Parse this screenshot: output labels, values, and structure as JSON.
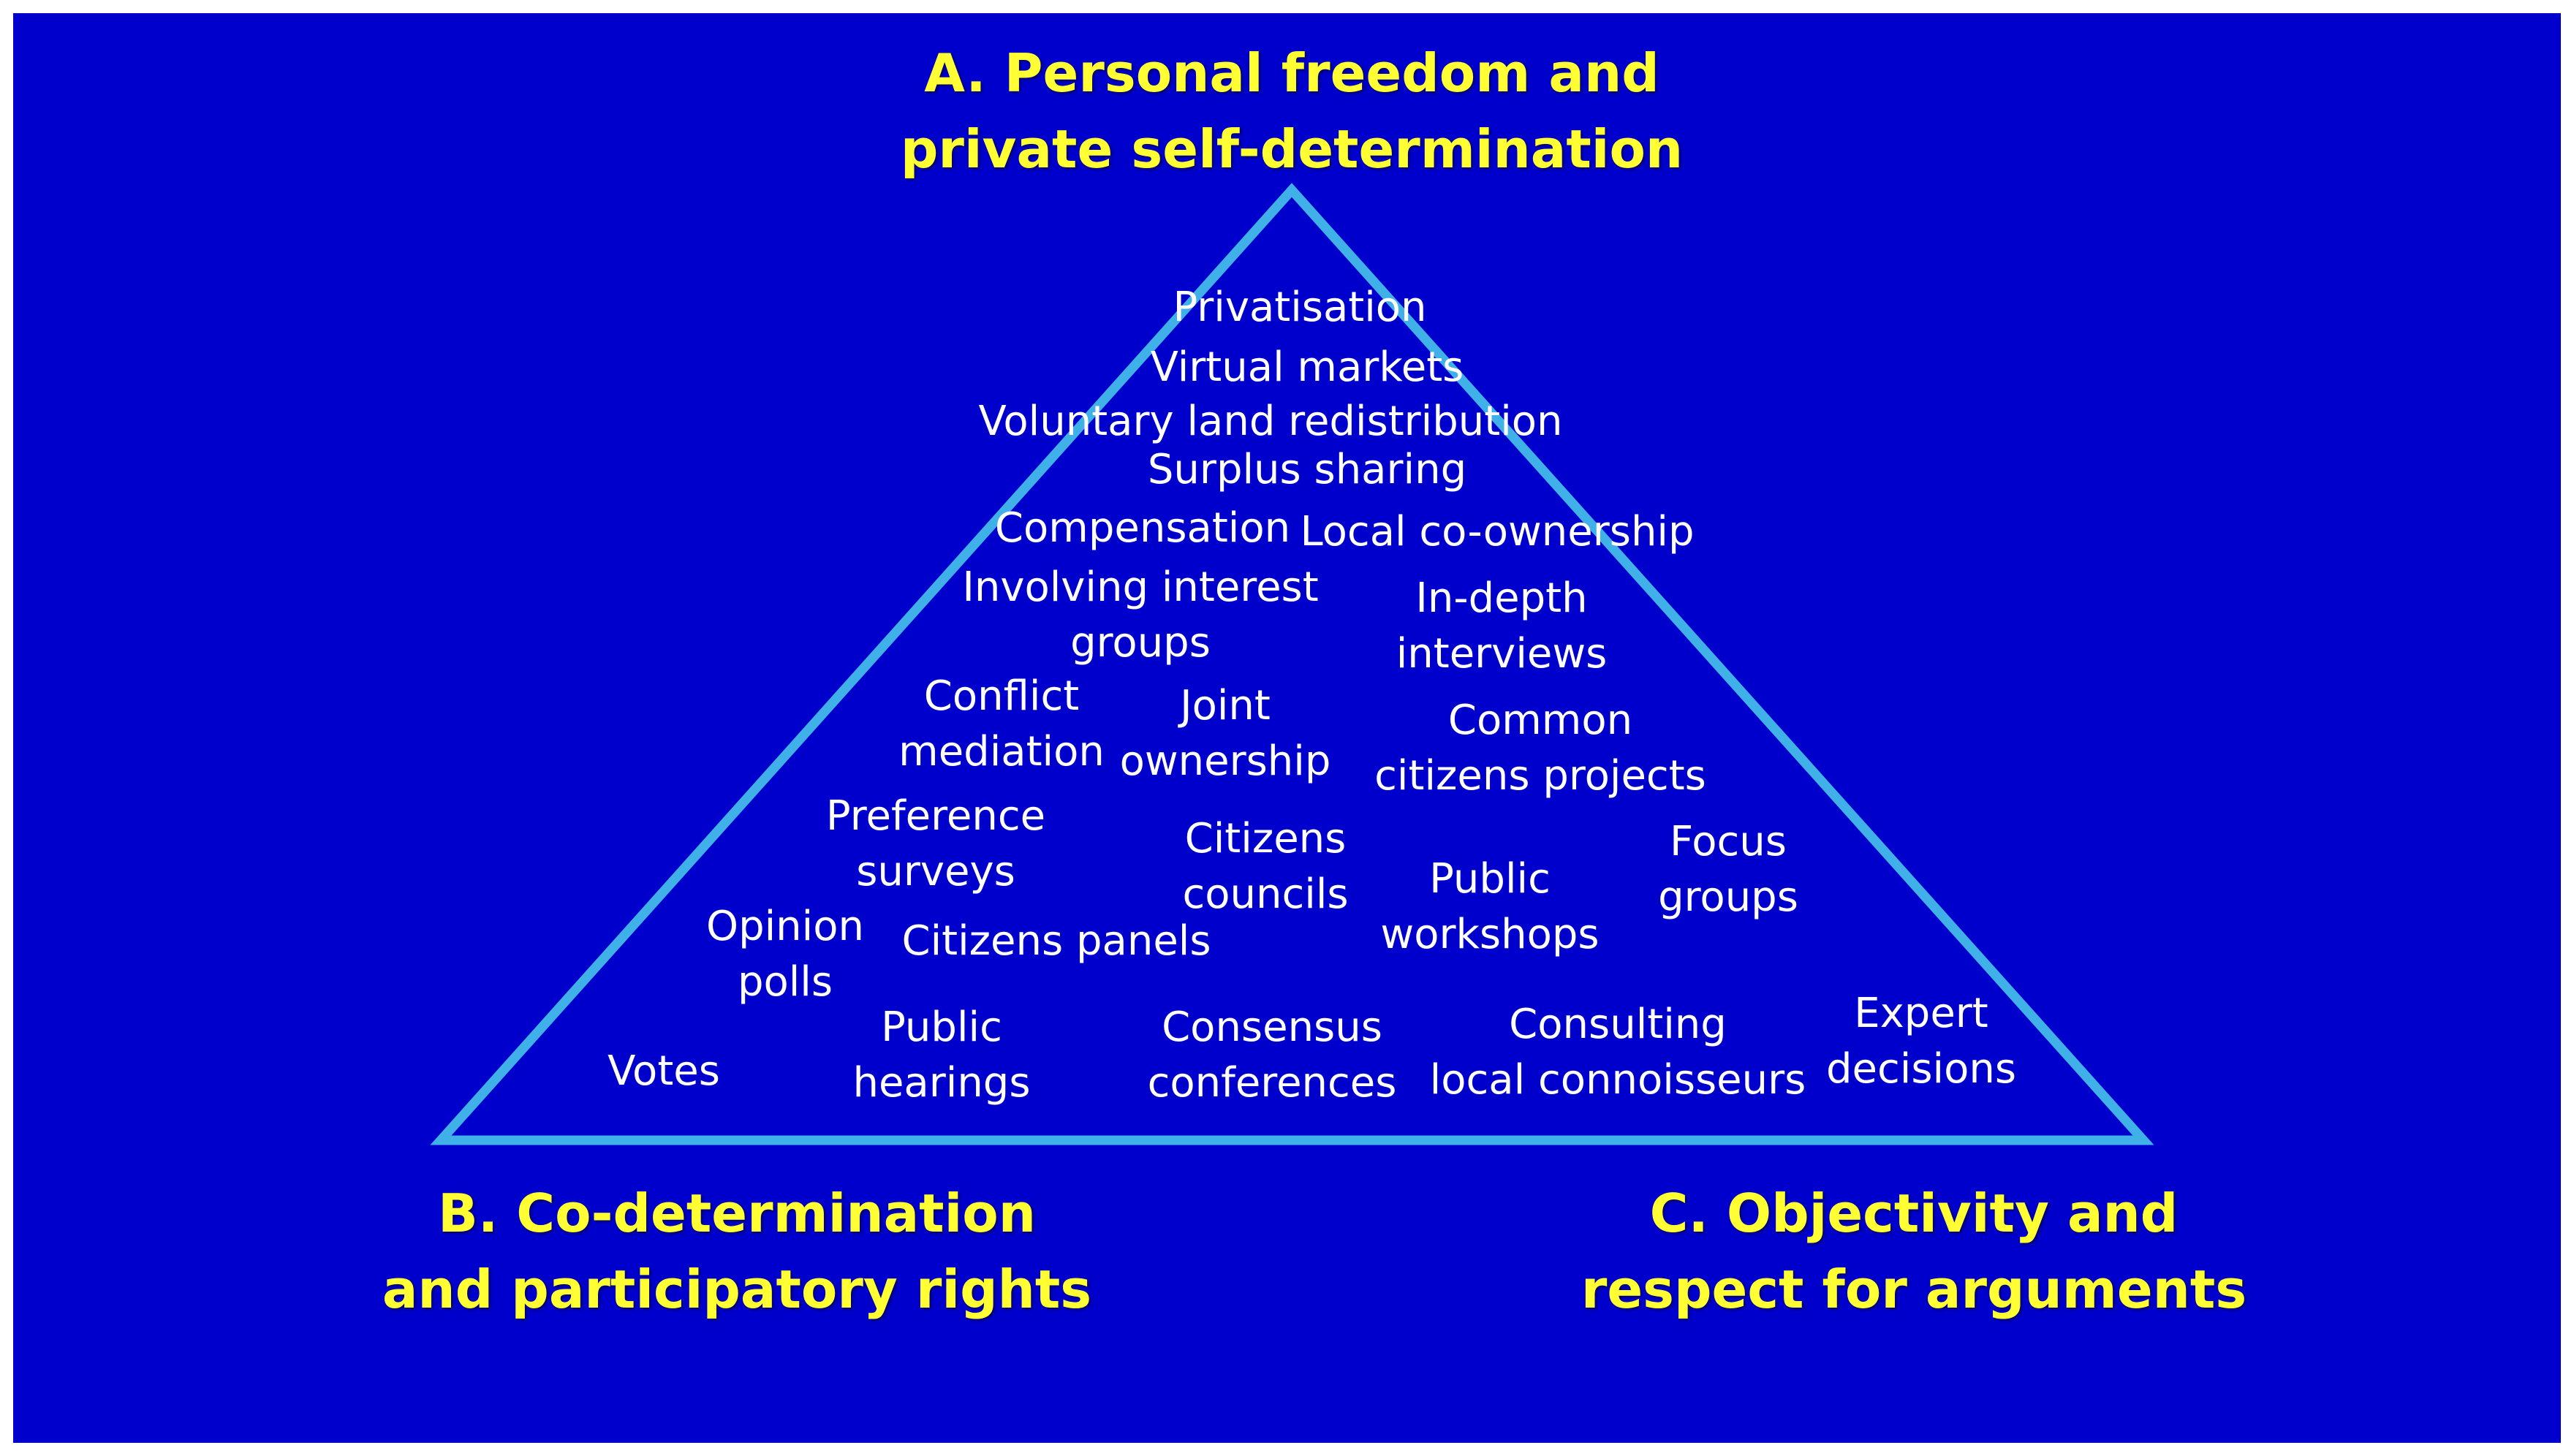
{
  "corners": {
    "a": "A. Personal freedom and\nprivate self-determination",
    "b": "B. Co-determination\nand participatory rights",
    "c": "C. Objectivity and\nrespect for arguments"
  },
  "methods": [
    {
      "id": "privatisation",
      "text": "Privatisation"
    },
    {
      "id": "virtual-markets",
      "text": "Virtual markets"
    },
    {
      "id": "voluntary-land-redistribution",
      "text": "Voluntary land redistribution"
    },
    {
      "id": "surplus-sharing",
      "text": "Surplus sharing"
    },
    {
      "id": "compensation",
      "text": "Compensation"
    },
    {
      "id": "local-co-ownership",
      "text": "Local co-ownership"
    },
    {
      "id": "involving-interest-groups",
      "text": "Involving interest\ngroups"
    },
    {
      "id": "in-depth-interviews",
      "text": "In-depth\ninterviews"
    },
    {
      "id": "conflict-mediation",
      "text": "Conflict\nmediation"
    },
    {
      "id": "joint-ownership",
      "text": "Joint\nownership"
    },
    {
      "id": "common-citizens-projects",
      "text": "Common\ncitizens projects"
    },
    {
      "id": "preference-surveys",
      "text": "Preference\nsurveys"
    },
    {
      "id": "citizens-councils",
      "text": "Citizens\ncouncils"
    },
    {
      "id": "public-workshops",
      "text": "Public\nworkshops"
    },
    {
      "id": "focus-groups",
      "text": "Focus\ngroups"
    },
    {
      "id": "opinion-polls",
      "text": "Opinion\npolls"
    },
    {
      "id": "citizens-panels",
      "text": "Citizens panels"
    },
    {
      "id": "expert-decisions",
      "text": "Expert\ndecisions"
    },
    {
      "id": "votes",
      "text": "Votes"
    },
    {
      "id": "public-hearings",
      "text": "Public\nhearings"
    },
    {
      "id": "consensus-conferences",
      "text": "Consensus\nconferences"
    },
    {
      "id": "consulting-local-connoisseurs",
      "text": "Consulting\nlocal connoisseurs"
    }
  ],
  "colors": {
    "background": "#0000cc",
    "triangle_stroke": "#3fb0e8",
    "corner_text": "#ffff33",
    "method_text": "#ffffff"
  }
}
